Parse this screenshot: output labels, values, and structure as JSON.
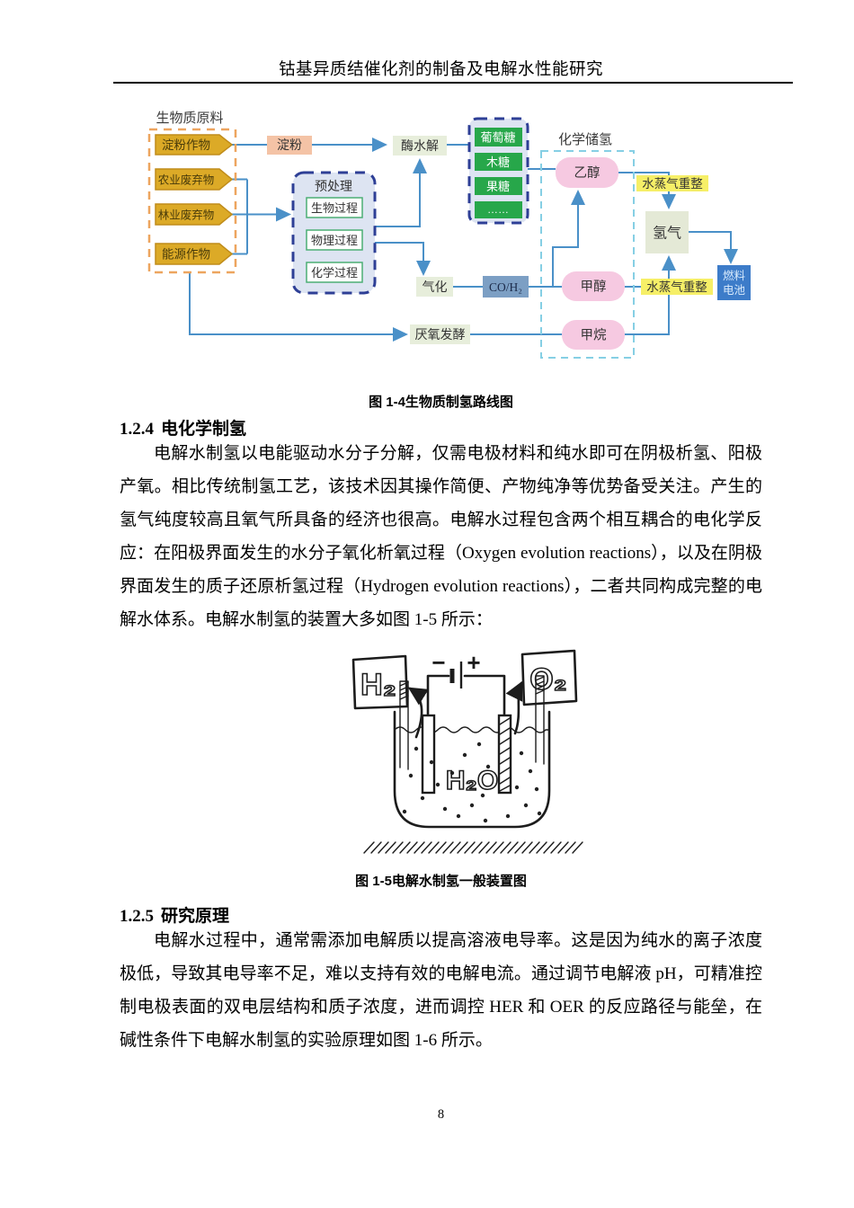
{
  "header": {
    "title": "钴基异质结催化剂的制备及电解水性能研究"
  },
  "figure_biomass": {
    "caption": "图  1-4生物质制氢路线图",
    "group_label": "生物质原料",
    "storage_label": "化学储氢",
    "nodes": {
      "starch_crop": "淀粉作物",
      "agri_waste": "农业废弃物",
      "forest_waste": "林业废弃物",
      "energy_crop": "能源作物",
      "starch": "淀粉",
      "enzymatic_hydrolysis": "酶水解",
      "pretreatment": "预处理",
      "bio_process": "生物过程",
      "physical_process": "物理过程",
      "chemical_process": "化学过程",
      "glucose": "葡萄糖",
      "xylose": "木糖",
      "fructose": "果糖",
      "ellipsis": "……",
      "ethanol": "乙醇",
      "methanol": "甲醇",
      "methane": "甲烷",
      "steam_reforming_1": "水蒸气重整",
      "steam_reforming_2": "水蒸气重整",
      "hydrogen": "氢气",
      "fuel_cell_line1": "燃料",
      "fuel_cell_line2": "电池",
      "gasification": "气化",
      "syngas": "CO/H₂",
      "anaerobic_digestion": "厌氧发酵"
    },
    "colors": {
      "crop_fill": "#dcaa27",
      "crop_border": "#c08c1a",
      "group_border": "#eda55f",
      "pale_green": "#e7eedb",
      "container_fill": "#dde4f2",
      "container_border": "#2e3f96",
      "sugar_green": "#27a74a",
      "storage_border": "#86cfe4",
      "pink": "#f6c9e1",
      "yellow": "#f6ef67",
      "hydrogen_fill": "#e4e9d6",
      "syngas_fill": "#7c9fc4",
      "fuel_cell_fill": "#3d7cc9",
      "arrow": "#4a90c8"
    }
  },
  "section_electrochemical": {
    "number": "1.2.4",
    "title": "电化学制氢",
    "paragraph": "电解水制氢以电能驱动水分子分解，仅需电极材料和纯水即可在阴极析氢、阳极产氧。相比传统制氢工艺，该技术因其操作简便、产物纯净等优势备受关注。产生的氢气纯度较高且氧气所具备的经济也很高。电解水过程包含两个相互耦合的电化学反应：在阳极界面发生的水分子氧化析氧过程（Oxygen evolution reactions），以及在阴极界面发生的质子还原析氢过程（Hydrogen evolution reactions），二者共同构成完整的电解水体系。电解水制氢的装置大多如图 1-5 所示："
  },
  "figure_device": {
    "caption": "图  1-5电解水制氢一般装置图",
    "h2_label": "H₂",
    "o2_label": "O₂",
    "h2o_label": "H₂O",
    "minus_label": "−",
    "plus_label": "+"
  },
  "section_principle": {
    "number": "1.2.5",
    "title": "研究原理",
    "paragraph": "电解水过程中，通常需添加电解质以提高溶液电导率。这是因为纯水的离子浓度极低，导致其电导率不足，难以支持有效的电解电流。通过调节电解液 pH，可精准控制电极表面的双电层结构和质子浓度，进而调控 HER 和 OER 的反应路径与能垒，在碱性条件下电解水制氢的实验原理如图 1-6 所示。"
  },
  "footer": {
    "page_number": "8"
  }
}
